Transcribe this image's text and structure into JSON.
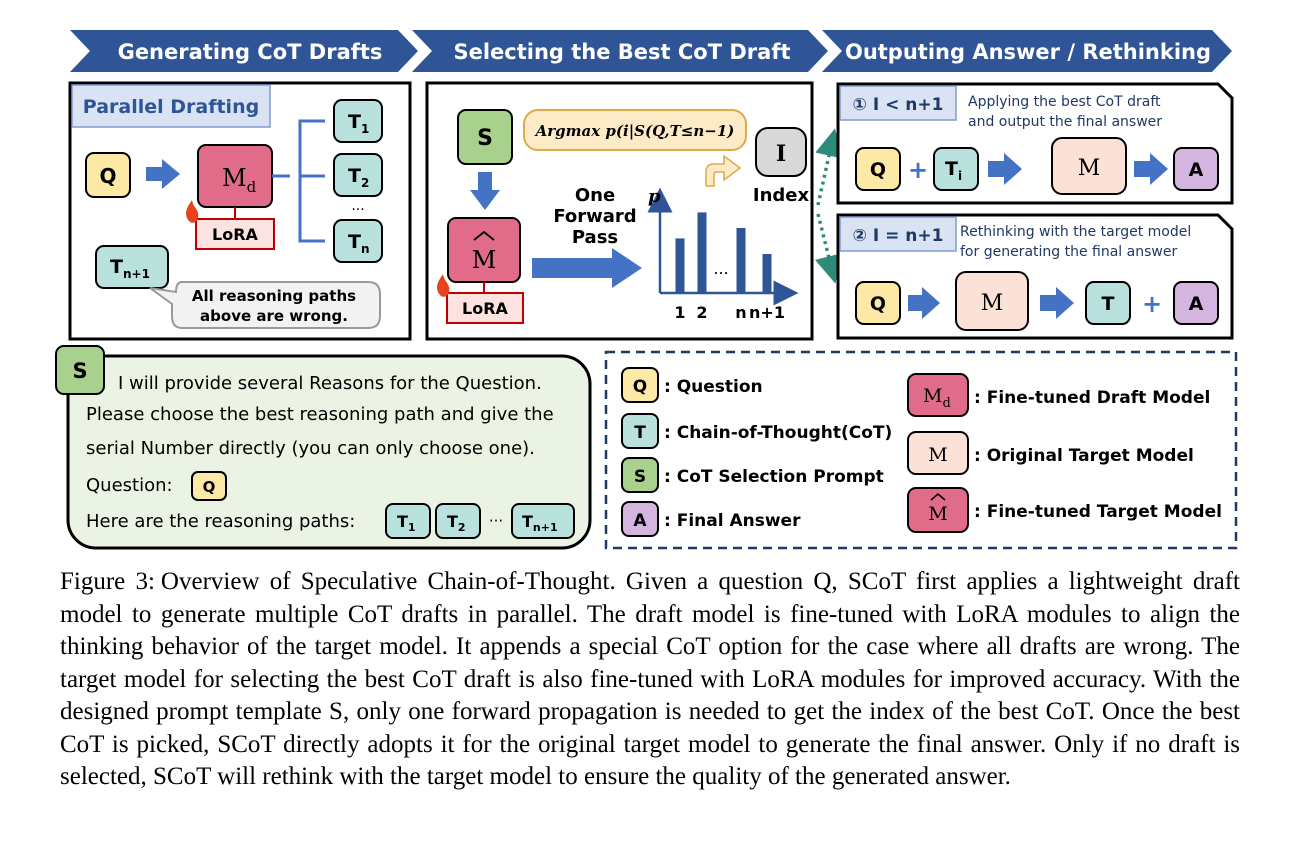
{
  "stages": {
    "s1": "Generating CoT Drafts",
    "s2": "Selecting the Best CoT Draft",
    "s3": "Outputing Answer / Rethinking"
  },
  "drafting": {
    "title": "Parallel Drafting",
    "q": "Q",
    "md_main": "M",
    "md_sub": "d",
    "lora": "LoRA",
    "t": "T",
    "t1_sub": "1",
    "t2_sub": "2",
    "tn_sub": "n",
    "dots": "...",
    "tn1_sub": "n+1",
    "speech_line1": "All reasoning paths",
    "speech_line2": "above are wrong."
  },
  "selecting": {
    "s": "S",
    "mhat": "M",
    "lora": "LoRA",
    "formula": "Argmax p(i|S(Q,T≤n−1)",
    "one": "One",
    "forward": "Forward",
    "pass": "Pass",
    "p_axis": "p",
    "x_ticks": [
      "1",
      "2",
      "n",
      "n+1"
    ],
    "dots": "...",
    "index_icon": "I",
    "index_label": "Index"
  },
  "chart_data": {
    "type": "bar",
    "categories": [
      "1",
      "2",
      "...",
      "n",
      "n+1"
    ],
    "values": [
      0.42,
      0.62,
      null,
      0.5,
      0.3
    ],
    "ylabel": "p"
  },
  "outputs": {
    "case1_cond": "① I < n+1",
    "case1_desc1": "Applying the best  CoT draft",
    "case1_desc2": "and output the final answer",
    "case1_q": "Q",
    "case1_plus": "+",
    "case1_t": "T",
    "case1_t_sub": "i",
    "case1_m": "M",
    "case1_a": "A",
    "case2_cond": "② I = n+1",
    "case2_desc1": "Rethinking with the target model",
    "case2_desc2": "for generating the final answer",
    "case2_q": "Q",
    "case2_m": "M",
    "case2_t": "T",
    "case2_plus": "+",
    "case2_a": "A"
  },
  "prompt": {
    "s": "S",
    "line1": "I will provide several Reasons for the Question.",
    "line2": "Please choose the best reasoning path and give the",
    "line3": "serial Number directly (you can only choose one).",
    "line4": "Question:",
    "q": "Q",
    "line5": "Here are the reasoning paths:",
    "t": "T",
    "t1_sub": "1",
    "t2_sub": "2",
    "dots": "···",
    "tn1_sub": "n+1"
  },
  "legend": {
    "q": "Q",
    "q_label": ": Question",
    "t": "T",
    "t_label": ": Chain-of-Thought(CoT)",
    "s": "S",
    "s_label": ": CoT Selection Prompt",
    "a": "A",
    "a_label": ": Final Answer",
    "md_main": "M",
    "md_sub": "d",
    "md_label": ": Fine-tuned Draft Model",
    "m": "M",
    "m_label": ": Original Target Model",
    "mhat": "M",
    "mhat_label": ": Fine-tuned Target Model"
  },
  "caption": {
    "label": "Figure 3:",
    "text": "Overview of Speculative Chain-of-Thought. Given a question Q, SCoT first applies a lightweight draft model to generate multiple CoT drafts in parallel. The draft model is fine-tuned with LoRA modules to align the thinking behavior of the target model. It appends a special CoT option for the case where all drafts are wrong. The target model for selecting the best CoT draft is also fine-tuned with LoRA modules for improved accuracy. With the designed prompt template S, only one forward propagation is needed to get the index of the best CoT. Once the best CoT is picked, SCoT directly adopts it for the original target model to generate the final answer. Only if no draft is selected, SCoT will rethink with the target model to ensure the quality of the generated answer."
  },
  "colors": {
    "banner": "#2f5597",
    "q_fill": "#fde9a6",
    "t_fill": "#b9e2de",
    "s_fill": "#a9d18e",
    "a_fill": "#d3b5e0",
    "md_fill": "#e06c8a",
    "m_fill": "#fbe1d6",
    "arrow": "#4472c4",
    "lora_border": "#c00000"
  }
}
